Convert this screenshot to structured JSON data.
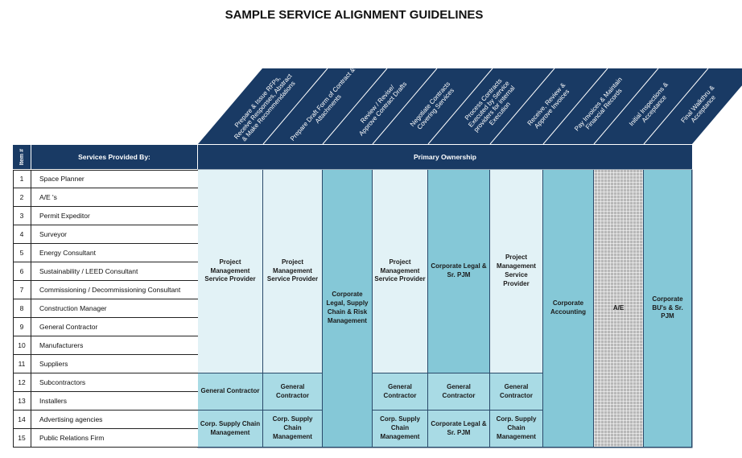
{
  "title": "SAMPLE SERVICE ALIGNMENT GUIDELINES",
  "header": {
    "item_label": "Item #",
    "services_label": "Services Provided By:",
    "ownership_label": "Primary Ownership"
  },
  "columns": [
    [
      "Prepare & Issue RFPs,",
      "Receive Responses, Abstract",
      "& Make Recommendations"
    ],
    [
      "Prepare Draft Form of Contract &",
      "Attachments"
    ],
    [
      "Review / Revise/",
      "Approve Contract Drafts"
    ],
    [
      "Negotiate Contracts",
      "Covering Services"
    ],
    [
      "Process Contracts",
      "Executed by Service",
      "providers for internal",
      "Execution"
    ],
    [
      "Receive, Review &",
      "Approve Invoices"
    ],
    [
      "Pay Invoices & Maintain",
      "Financial Records"
    ],
    [
      "Initial Inspections &",
      "Acceptance"
    ],
    [
      "Final Walkthru &",
      "Acceptance"
    ]
  ],
  "rows": [
    {
      "num": "1",
      "name": "Space Planner"
    },
    {
      "num": "2",
      "name": "A/E 's"
    },
    {
      "num": "3",
      "name": "Permit  Expeditor"
    },
    {
      "num": "4",
      "name": "Surveyor"
    },
    {
      "num": "5",
      "name": "Energy Consultant"
    },
    {
      "num": "6",
      "name": "Sustainability / LEED Consultant"
    },
    {
      "num": "7",
      "name": "Commissioning / Decommissioning Consultant"
    },
    {
      "num": "8",
      "name": "Construction Manager"
    },
    {
      "num": "9",
      "name": "General Contractor"
    },
    {
      "num": "10",
      "name": "Manufacturers"
    },
    {
      "num": "11",
      "name": "Suppliers"
    },
    {
      "num": "12",
      "name": "Subcontractors"
    },
    {
      "num": "13",
      "name": "Installers"
    },
    {
      "num": "14",
      "name": "Advertising agencies"
    },
    {
      "num": "15",
      "name": "Public Relations Firm"
    }
  ],
  "colors": {
    "header": "#193a64",
    "pale": "#e2f2f6",
    "mid": "#a9dbe5",
    "dark": "#85c8d7",
    "grid": "#b8b8b8"
  },
  "blocks": [
    {
      "col": 0,
      "r1": 1,
      "r2": 11,
      "text": "Project Management Service Provider",
      "fill": "pale"
    },
    {
      "col": 0,
      "r1": 12,
      "r2": 13,
      "text": "General Contractor",
      "fill": "mid"
    },
    {
      "col": 0,
      "r1": 14,
      "r2": 15,
      "text": "Corp. Supply Chain Management",
      "fill": "mid"
    },
    {
      "col": 1,
      "r1": 1,
      "r2": 11,
      "text": "Project Management Service Provider",
      "fill": "pale"
    },
    {
      "col": 1,
      "r1": 12,
      "r2": 13,
      "text": "General Contractor",
      "fill": "mid"
    },
    {
      "col": 1,
      "r1": 14,
      "r2": 15,
      "text": "Corp. Supply Chain Management",
      "fill": "mid"
    },
    {
      "col": 2,
      "r1": 1,
      "r2": 15,
      "text": "Corporate Legal, Supply Chain & Risk Management",
      "fill": "dark"
    },
    {
      "col": 3,
      "r1": 1,
      "r2": 11,
      "text": "Project Management Service Provider",
      "fill": "pale"
    },
    {
      "col": 3,
      "r1": 12,
      "r2": 13,
      "text": "General Contractor",
      "fill": "mid"
    },
    {
      "col": 3,
      "r1": 14,
      "r2": 15,
      "text": "Corp. Supply Chain Management",
      "fill": "mid"
    },
    {
      "col": 4,
      "r1": 1,
      "r2": 11,
      "text": "Corporate Legal & Sr. PJM",
      "fill": "dark"
    },
    {
      "col": 4,
      "r1": 12,
      "r2": 13,
      "text": "General Contractor",
      "fill": "mid"
    },
    {
      "col": 4,
      "r1": 14,
      "r2": 15,
      "text": "Corporate Legal & Sr. PJM",
      "fill": "mid"
    },
    {
      "col": 5,
      "r1": 1,
      "r2": 11,
      "text": "Project Management Service Provider",
      "fill": "pale"
    },
    {
      "col": 5,
      "r1": 12,
      "r2": 13,
      "text": "General Contractor",
      "fill": "mid"
    },
    {
      "col": 5,
      "r1": 14,
      "r2": 15,
      "text": "Corp. Supply Chain Management",
      "fill": "mid"
    },
    {
      "col": 6,
      "r1": 1,
      "r2": 15,
      "text": "Corporate Accounting",
      "fill": "dark"
    },
    {
      "col": 7,
      "r1": 1,
      "r2": 15,
      "text": "A/E",
      "fill": "grid"
    },
    {
      "col": 8,
      "r1": 1,
      "r2": 15,
      "text": "Corporate BU's & Sr. PJM",
      "fill": "dark"
    }
  ]
}
